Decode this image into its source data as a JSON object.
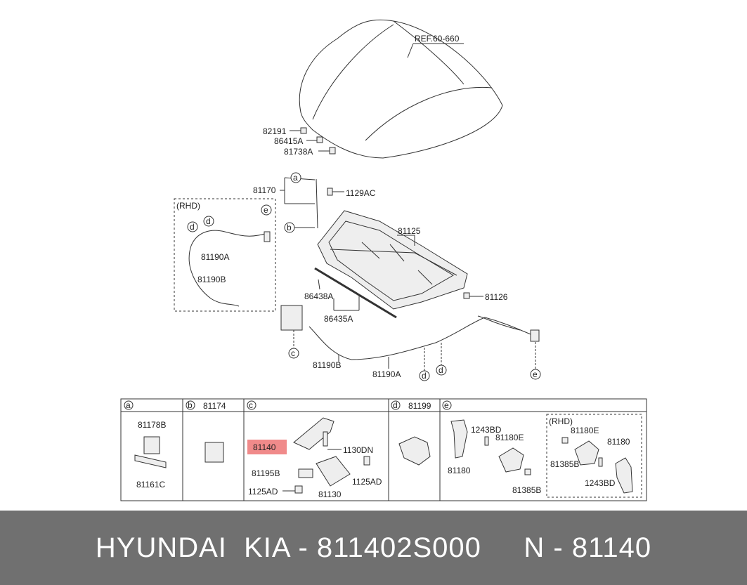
{
  "labels": {
    "ref": "REF.60-660",
    "p82191": "82191",
    "p86415A": "86415A",
    "p81738A": "81738A",
    "p81170": "81170",
    "p1129AC": "1129AC",
    "rhd1": "(RHD)",
    "p81190A_rhd": "81190A",
    "p81190B_rhd": "81190B",
    "p81125": "81125",
    "p86438A": "86438A",
    "p86435A": "86435A",
    "p81126": "81126",
    "p81190B": "81190B",
    "p81190A": "81190A",
    "ca": "a",
    "cb": "b",
    "cc": "c",
    "cd": "d",
    "ce": "e"
  },
  "table": {
    "a": {
      "letter": "a",
      "part_top": "81178B",
      "part_bottom": "81161C"
    },
    "b": {
      "letter": "b",
      "part": "81174"
    },
    "c": {
      "letter": "c",
      "highlight": "81140",
      "p1130DN": "1130DN",
      "p81195B": "81195B",
      "p1125AD_r": "1125AD",
      "p1125AD_l": "1125AD",
      "p81130": "81130"
    },
    "d": {
      "letter": "d",
      "part": "81199"
    },
    "e": {
      "letter": "e",
      "p1243BD": "1243BD",
      "p81180E": "81180E",
      "p81180": "81180",
      "p81385B": "81385B",
      "rhd": "(RHD)",
      "r81180E": "81180E",
      "r81180": "81180",
      "r81385B": "81385B",
      "r1243BD": "1243BD"
    }
  },
  "footer": {
    "text": "HYUNDAI  KIA - 811402S000     N - 81140"
  }
}
